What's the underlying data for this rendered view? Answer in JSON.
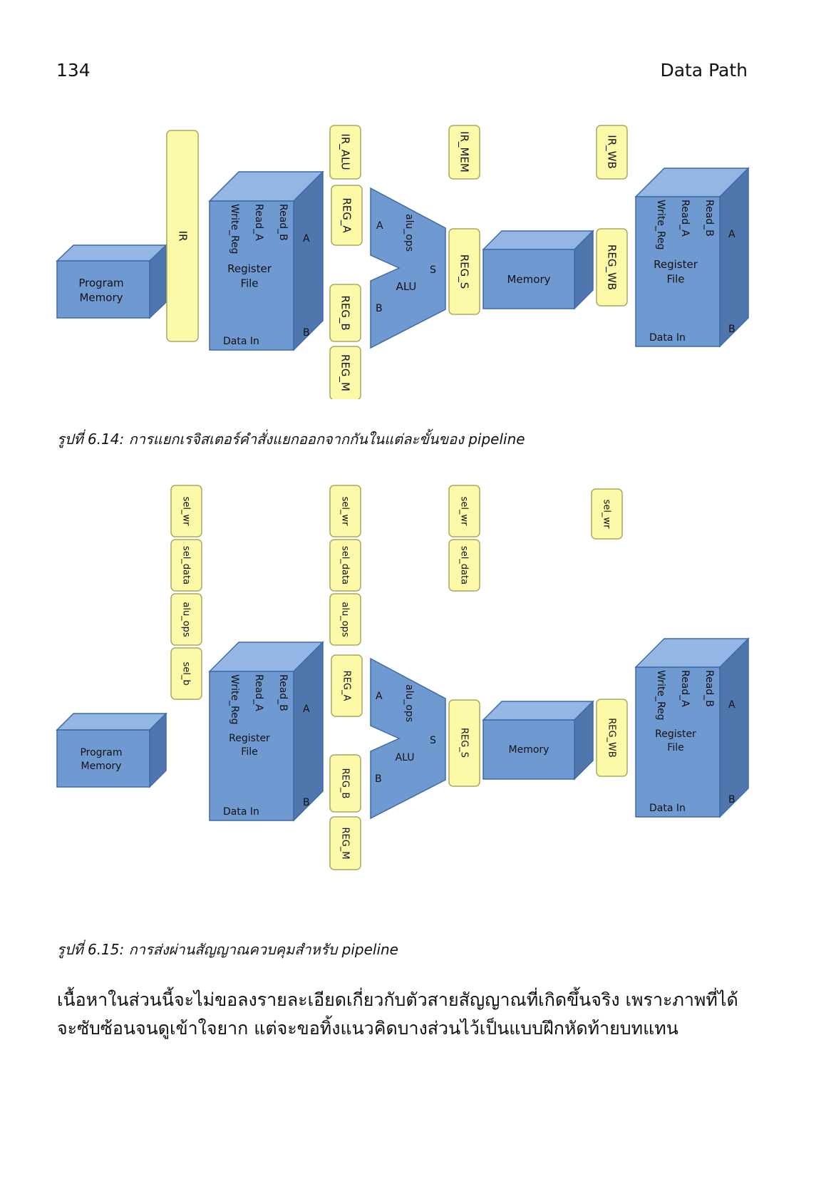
{
  "header": {
    "page_number": "134",
    "title": "Data Path"
  },
  "blocks": {
    "program_memory": "Program Memory",
    "register_file": "Register File",
    "read_b": "Read_B",
    "read_a": "Read_A",
    "write_reg": "Write_Reg",
    "data_in": "Data In",
    "port_a": "A",
    "port_b": "B",
    "alu": "ALU",
    "alu_ops": "alu_ops",
    "port_s": "S",
    "memory": "Memory"
  },
  "figure_6_14": {
    "registers": {
      "ir": "IR",
      "ir_alu": "IR_ALU",
      "ir_mem": "IR_MEM",
      "ir_wb": "IR_WB",
      "reg_a": "REG_A",
      "reg_b": "REG_B",
      "reg_m": "REG_M",
      "reg_s": "REG_S",
      "reg_wb": "REG_WB"
    },
    "caption": "รูปที่ 6.14: การแยกเรจิสเตอร์คำสั่งแยกออกจากกันในแต่ละขั้นของ pipeline"
  },
  "figure_6_15": {
    "signals": {
      "sel_wr": "sel_wr",
      "sel_data": "sel_data",
      "alu_ops": "alu_ops",
      "sel_b": "sel_b"
    },
    "registers": {
      "reg_a": "REG_A",
      "reg_b": "REG_B",
      "reg_m": "REG_M",
      "reg_s": "REG_S",
      "reg_wb": "REG_WB"
    },
    "caption": "รูปที่ 6.15: การส่งผ่านสัญญาณควบคุมสำหรับ pipeline"
  },
  "body_text": "เนื้อหาในส่วนนี้จะไม่ขอลงรายละเอียดเกี่ยวกับตัวสายสัญญาณที่เกิดขึ้นจริง เพราะภาพที่ได้จะซับซ้อนจนดูเข้าใจยาก แต่จะขอทิ้งแนวคิดบางส่วนไว้เป็นแบบฝึกหัดท้ายบทแทน",
  "colors": {
    "block_front": "#6f99d1",
    "block_top": "#94b6e4",
    "block_side": "#4f77ad",
    "block_stroke": "#3f6aa6",
    "register_fill": "#fcfaa8",
    "register_stroke": "#a8a860"
  }
}
